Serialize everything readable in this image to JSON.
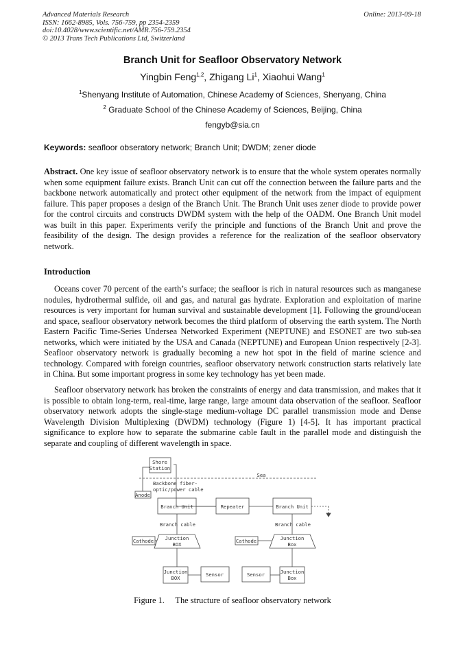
{
  "header": {
    "journal": "Advanced Materials Research",
    "issn": "ISSN: 1662-8985, Vols. 756-759, pp 2354-2359",
    "doi": "doi:10.4028/www.scientific.net/AMR.756-759.2354",
    "copyright": "© 2013 Trans Tech Publications Ltd, Switzerland",
    "online": "Online: 2013-09-18"
  },
  "title": "Branch Unit for Seafloor Observatory Network",
  "authors": {
    "a1": "Yingbin Feng",
    "a1_sup": "1,2",
    "a2": ", Zhigang Li",
    "a2_sup": "1",
    "a3": ", Xiaohui Wang",
    "a3_sup": "1"
  },
  "affiliations": {
    "aff1_sup": "1",
    "aff1": "Shenyang Institute of Automation, Chinese Academy of Sciences, Shenyang, China",
    "aff2_sup": "2",
    "aff2": "Graduate School of the Chinese Academy of Sciences, Beijing, China",
    "email": "fengyb@sia.cn"
  },
  "keywords": {
    "label": "Keywords:",
    "text": "seafloor obseratory network; Branch Unit; DWDM; zener diode"
  },
  "abstract": {
    "label": "Abstract.",
    "text": "One key issue of seafloor observatory network is to ensure that the whole system operates normally when some equipment failure exists. Branch Unit can cut off the connection between the failure parts and the backbone network automatically and protect other equipment of the network from the impact of equipment failure. This paper proposes a design of the Branch Unit. The Branch Unit uses zener diode to provide power for the control circuits and constructs DWDM system with the help of the OADM. One Branch Unit model was built in this paper. Experiments verify the principle and functions of the Branch Unit and prove the feasibility of the design. The design provides a reference for the realization of the seafloor observatory network."
  },
  "introduction": {
    "heading": "Introduction",
    "p1": "Oceans cover 70 percent of the earth’s surface; the seafloor is rich in natural resources such as manganese nodules, hydrothermal sulfide, oil and gas, and natural gas hydrate. Exploration and exploitation of marine resources is very important for human survival and sustainable development [1]. Following the ground/ocean and space, seafloor observatory network becomes the third platform of observing the earth system. The North Eastern Pacific Time-Series Undersea Networked Experiment (NEPTUNE) and ESONET are two sub-sea networks, which were initiated by the USA and Canada (NEPTUNE) and European Union respectively [2-3]. Seafloor observatory network is gradually becoming a new hot spot in the field of marine science and technology. Compared with foreign countries, seafloor observatory network construction starts relatively late in China. But some important progress in some key technology has yet been made.",
    "p2": "Seafloor observatory network has broken the constraints of energy and data transmission, and makes that it is possible to obtain long-term, real-time, large range, large amount data observation of the seafloor. Seafloor observatory network adopts the single-stage medium-voltage DC parallel transmission mode and Dense Wavelength Division Multiplexing (DWDM) technology (Figure 1) [4-5]. It has important practical significance to explore how to separate the submarine cable fault in the parallel mode and distinguish the separate and coupling of different wavelength in space."
  },
  "figure": {
    "shore_l1": "Shore",
    "shore_l2": "Station",
    "sea": "Sea",
    "backbone_l1": "Backbone fiber-",
    "backbone_l2": "optic/power cable",
    "anode": "Anode",
    "branch_unit": "Branch Unit",
    "repeater": "Repeater",
    "branch_cable": "Branch cable",
    "cathode": "Cathode",
    "junction_l1": "Junction",
    "junction_box_caps": "BOX",
    "junction_box": "Box",
    "sensor": "Sensor",
    "caption_label": "Figure 1.",
    "caption_text": "The structure of seafloor observatory network"
  }
}
